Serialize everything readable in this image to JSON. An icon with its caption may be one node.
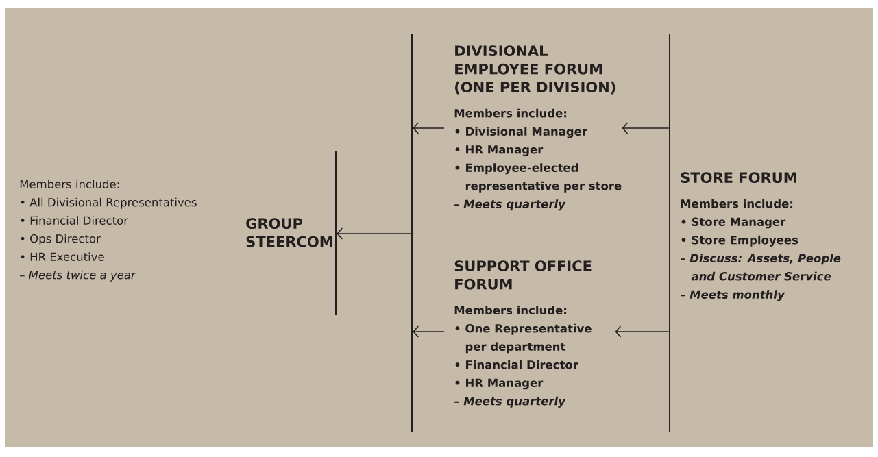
{
  "diagram": {
    "nodes": [
      {
        "text": [
          "GROUP STEERCOM",
          "Members include:",
          "• All Divisional Representatives",
          "• Financial Director",
          "• Ops Director",
          "• HR Executive",
          "– *Meets twice a year*"
        ]
      },
      {
        "text": [],
        "shape": "bar"
      },
      {
        "text": [],
        "shape": "bar"
      },
      {
        "text": [
          "DIVISIONAL EMPLOYEE FORUM (ONE PER DIVISION)",
          "Members include:",
          "• Divisional Manager",
          "• HR Manager",
          "• Employee-elected representative per store",
          "– *Meets quarterly*"
        ]
      },
      {
        "text": [
          "SUPPORT OFFICE FORUM",
          "Members include:",
          "• One Representative per department",
          "• Financial Director",
          "• HR Manager",
          "– *Meets quarterly*"
        ]
      },
      {
        "text": [],
        "shape": "bar"
      },
      {
        "text": [
          "STORE FORUM",
          "Members include:",
          "• Store Manager",
          "• Store Employees",
          "– *Discuss: Assets, People and Customer Service*",
          "– *Meets monthly*"
        ]
      }
    ],
    "edges": [
      {
        "from": 5,
        "to": 3,
        "arrow": "to"
      },
      {
        "from": 5,
        "to": 4,
        "arrow": "to"
      },
      {
        "from": 3,
        "to": 2,
        "arrow": "to"
      },
      {
        "from": 4,
        "to": 2,
        "arrow": "to"
      },
      {
        "from": 2,
        "to": 1,
        "arrow": "to"
      }
    ]
  }
}
